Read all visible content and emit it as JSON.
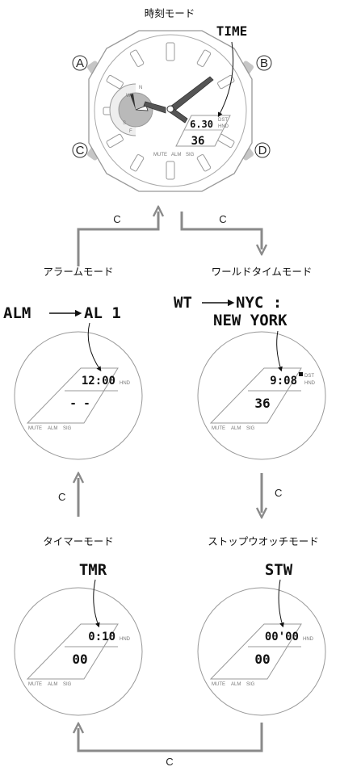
{
  "top_watch": {
    "mode": "時刻モード",
    "callout": "TIME",
    "lcd_top": "6.30",
    "lcd_bottom": "36",
    "dst": "DST",
    "hnd": "HND",
    "buttons": {
      "a": "A",
      "b": "B",
      "c": "C",
      "d": "D"
    },
    "bottom_labels": {
      "mute": "MUTE",
      "alm": "ALM",
      "sig": "SIG"
    },
    "subdial_letters": {
      "n": "N",
      "w": "W",
      "s": "S",
      "f": "F"
    }
  },
  "arrow_labels": {
    "top_left": "C",
    "top_right": "C",
    "right_down": "C",
    "left_up": "C",
    "bottom": "C"
  },
  "alarm": {
    "mode": "アラームモード",
    "callout_from": "ALM",
    "callout_to": "AL 1",
    "lcd_top": "12:00",
    "lcd_bottom": "- -",
    "hnd": "HND",
    "bottom_labels": {
      "mute": "MUTE",
      "alm": "ALM",
      "sig": "SIG"
    }
  },
  "world_time": {
    "mode": "ワールドタイムモード",
    "callout_from": "WT",
    "callout_to": "NYC :",
    "callout_line2": "NEW YORK",
    "lcd_top": "9:08",
    "lcd_bottom": "36",
    "dst": "DST",
    "hnd": "HND",
    "bottom_labels": {
      "mute": "MUTE",
      "alm": "ALM",
      "sig": "SIG"
    }
  },
  "timer": {
    "mode": "タイマーモード",
    "callout": "TMR",
    "lcd_top": "0:10",
    "lcd_bottom": "00",
    "hnd": "HND",
    "bottom_labels": {
      "mute": "MUTE",
      "alm": "ALM",
      "sig": "SIG"
    }
  },
  "stopwatch": {
    "mode": "ストップウオッチモード",
    "callout": "STW",
    "lcd_top": "00'00",
    "lcd_bottom": "00",
    "hnd": "HND",
    "bottom_labels": {
      "mute": "MUTE",
      "alm": "ALM",
      "sig": "SIG"
    }
  }
}
